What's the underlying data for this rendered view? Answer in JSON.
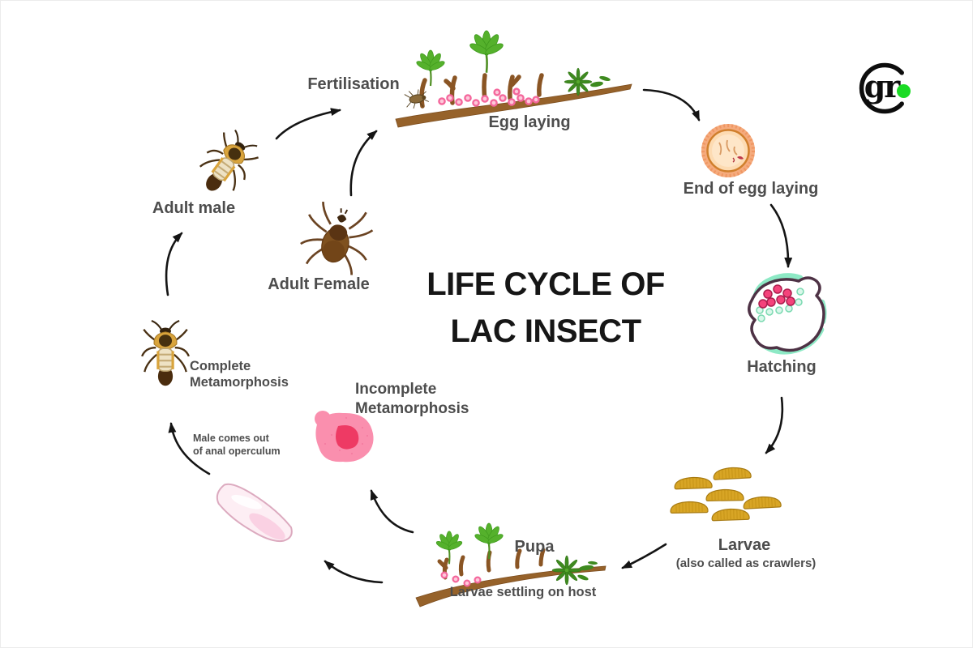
{
  "title": {
    "line1": "LIFE CYCLE OF",
    "line2": "LAC INSECT"
  },
  "logo": {
    "text": "gr"
  },
  "stages": {
    "fertilisation": {
      "label": "Fertilisation"
    },
    "egg_laying": {
      "label": "Egg laying"
    },
    "end_of_egg_laying": {
      "label": "End of egg laying"
    },
    "hatching": {
      "label": "Hatching"
    },
    "larvae": {
      "label": "Larvae",
      "sublabel": "(also called as crawlers)"
    },
    "larvae_settling": {
      "label": "Larvae settling on host"
    },
    "pupa": {
      "label": "Pupa"
    },
    "incomplete_metamorphosis": {
      "line1": "Incomplete",
      "line2": "Metamorphosis"
    },
    "male_operculum": {
      "line1": "Male comes out",
      "line2": "of anal operculum"
    },
    "complete_metamorphosis": {
      "line1": "Complete",
      "line2": "Metamorphosis"
    },
    "adult_male": {
      "label": "Adult male"
    },
    "adult_female": {
      "label": "Adult Female"
    }
  },
  "palette": {
    "label_text": "#4d4d4d",
    "title_text": "#161616",
    "arrow": "#141414",
    "logo_green": "#1bdb25",
    "branch_brown": "#96622a",
    "leaf_green": "#55b12c",
    "egg_pink": "#f4679c",
    "egg_shell_orange": "#f5ab7d",
    "hatch_outline": "#4e3245",
    "hatch_mint": "#8de9c5",
    "hatch_egg_pink": "#f4437b",
    "larva_gold": "#d8a525",
    "cell_pink": "#fa8fae",
    "cell_core_pink": "#ee3a64",
    "pupa_shell_pink": "#fdeef4",
    "insect_dark_brown": "#4a2c0e",
    "insect_gold": "#d9a43c",
    "tick_brown": "#7f511f"
  }
}
